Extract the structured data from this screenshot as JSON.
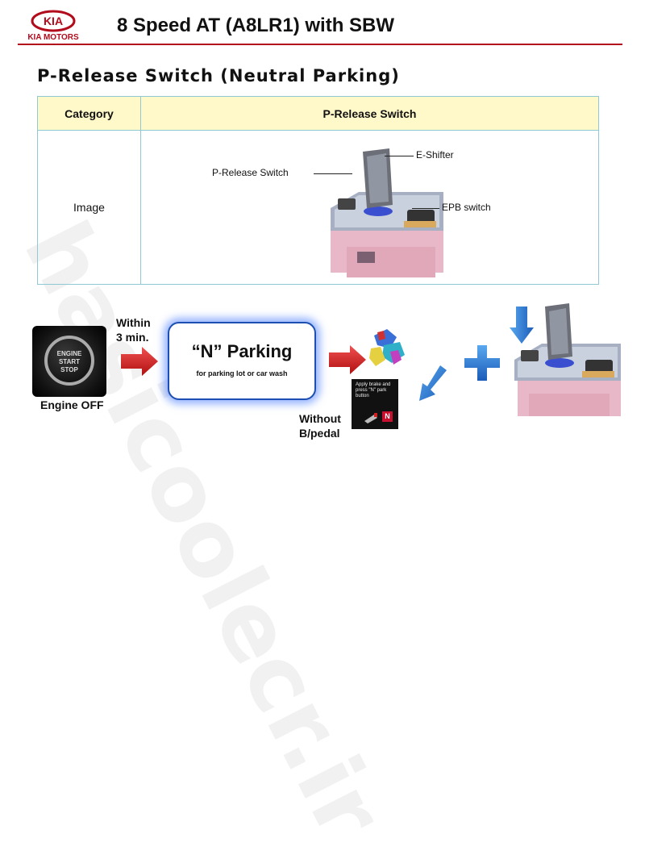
{
  "header": {
    "brand": "KIA",
    "brand_sub": "KIA MOTORS",
    "title": "8 Speed AT (A8LR1) with SBW",
    "accent_color": "#b20c1c"
  },
  "subtitle": "P-Release Switch (Neutral Parking)",
  "table": {
    "headers": [
      "Category",
      "P-Release Switch"
    ],
    "row_label": "Image",
    "callouts": {
      "e_shifter": "E-Shifter",
      "p_release": "P-Release Switch",
      "epb": "EPB switch"
    }
  },
  "flow": {
    "start_button": [
      "ENGINE",
      "START",
      "STOP"
    ],
    "engine_off": "Engine OFF",
    "within": [
      "Within",
      "3 min."
    ],
    "n_parking_title": "“N” Parking",
    "n_parking_sub": "for parking lot or car wash",
    "without": [
      "Without",
      "B/pedal"
    ],
    "cluster_text": "Apply brake and press \"N\" park button",
    "cluster_badge": "N"
  },
  "watermark": "hasicoolecr.ir"
}
